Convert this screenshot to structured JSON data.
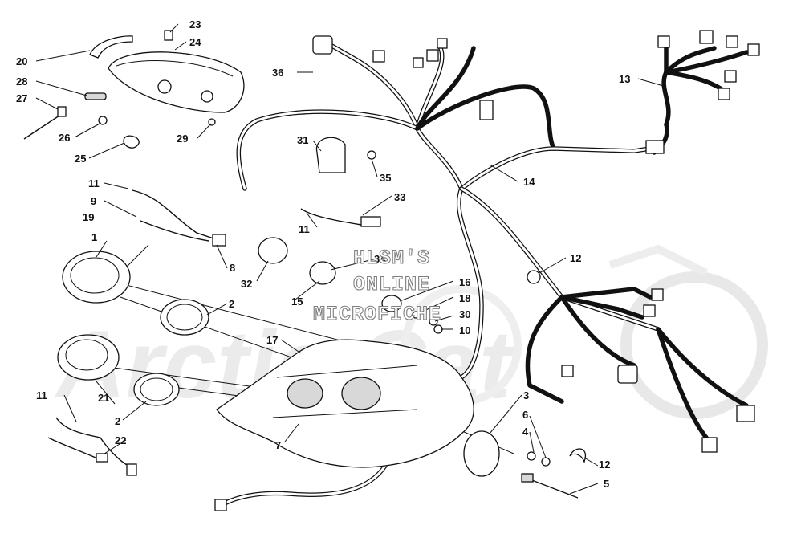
{
  "watermark": {
    "brand": "Arctic Cat",
    "lines": [
      "HLSM'S",
      "ONLINE",
      "MICROFICHE"
    ]
  },
  "callouts": [
    "20",
    "28",
    "27",
    "26",
    "25",
    "23",
    "24",
    "29",
    "11",
    "9",
    "19",
    "1",
    "8",
    "32",
    "2",
    "21",
    "2",
    "11",
    "22",
    "36",
    "31",
    "35",
    "33",
    "11",
    "34",
    "15",
    "16",
    "18",
    "30",
    "10",
    "17",
    "7",
    "3",
    "6",
    "4",
    "12",
    "5",
    "12",
    "14",
    "13"
  ]
}
